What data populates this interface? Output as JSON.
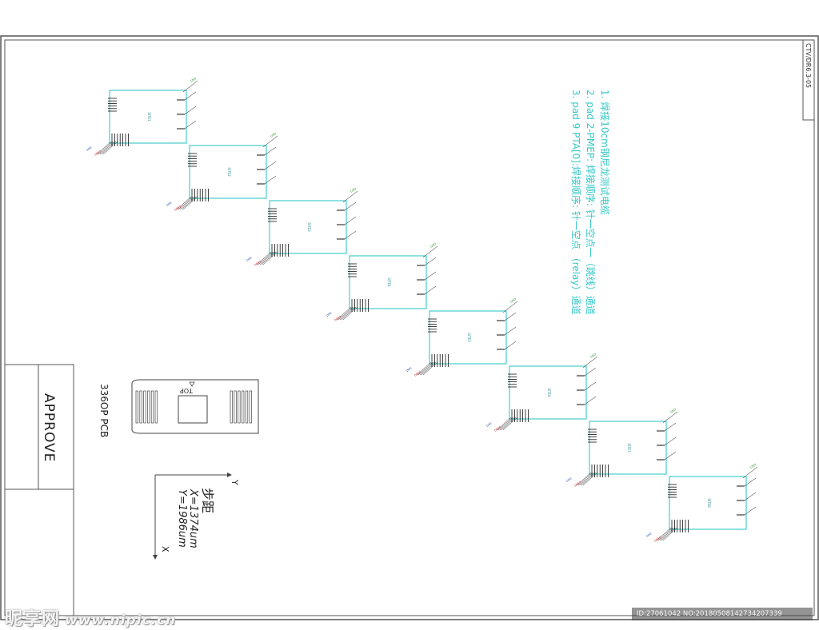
{
  "drawing": {
    "corner_code": "CTV/DR6.3-05",
    "approve_label": "APPROVE",
    "pcb_label": "336OP PCB",
    "top_label": "TOP",
    "notes": [
      "1. 焊接10cm钢尼龙测试电缆",
      "2. pad 2-PMEP: 焊接顺序: 针一空点一（跳线）通道",
      "3. pad 9 PTA[0]:焊接顺序: 针一空点 （relay）通道"
    ],
    "pitch": {
      "title": "步距",
      "x_value": "X=1374um",
      "y_value": "Y=1986um",
      "axis_x": "X",
      "axis_y": "Y"
    },
    "colors": {
      "frame": "#555555",
      "block": "#36c8c8",
      "note_text": "#36c8c8",
      "pin": "#111111",
      "red_label": "#d03030",
      "green_label": "#30a030",
      "blue_label": "#2040a0"
    }
  },
  "blocks": [
    {
      "label": "SITE1",
      "tag": "DISC",
      "red": "DRE1",
      "green": "GND"
    },
    {
      "label": "SITE2",
      "tag": "DISC",
      "red": "DRE2",
      "green": "GND"
    },
    {
      "label": "SITE3",
      "tag": "DISC",
      "red": "DRE3",
      "green": "GND"
    },
    {
      "label": "SITE4",
      "tag": "DISC",
      "red": "DRE4",
      "green": "GND"
    },
    {
      "label": "SITE5",
      "tag": "DISC",
      "red": "DRE5",
      "green": "GND"
    },
    {
      "label": "SITE6",
      "tag": "DISC",
      "red": "DRE6",
      "green": "GND"
    },
    {
      "label": "SITE7",
      "tag": "DISC",
      "red": "DRE7",
      "green": "GND"
    },
    {
      "label": "SITE8",
      "tag": "DISC",
      "red": "DRE8",
      "green": "GND"
    }
  ],
  "watermark": {
    "logo": "昵享网",
    "url": "www.nipic.cn",
    "id_text": "ID:27061042 NO:20180508142734207339"
  }
}
